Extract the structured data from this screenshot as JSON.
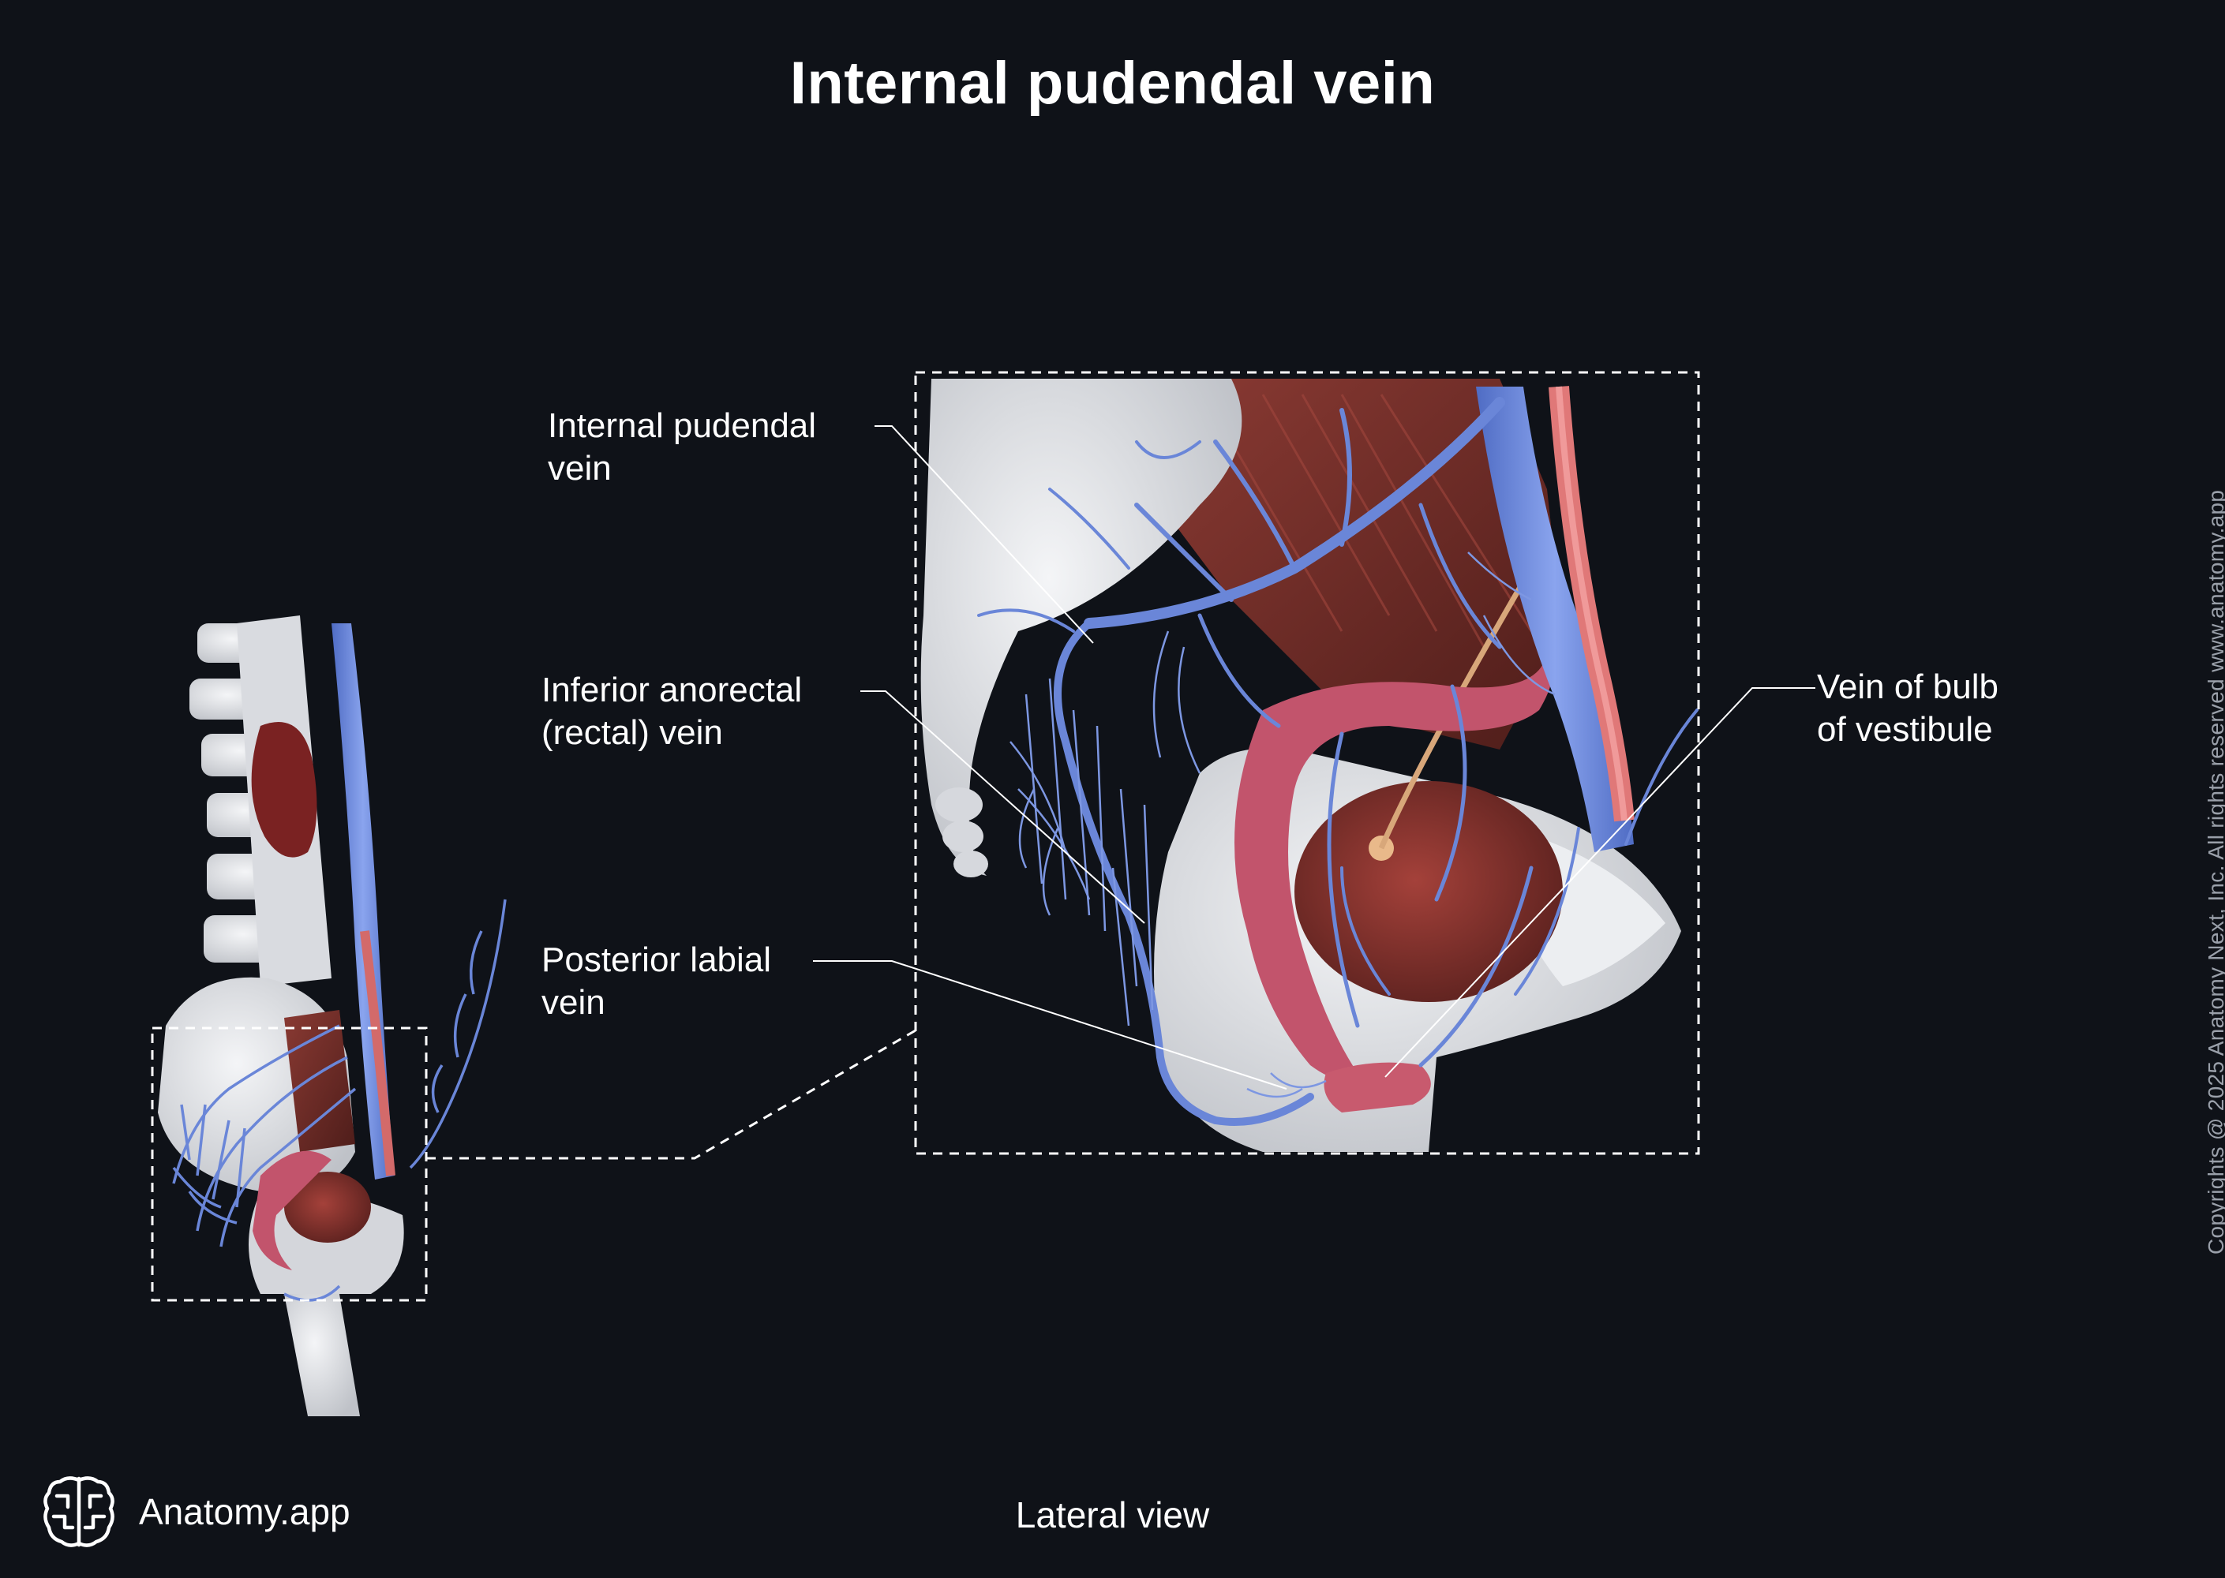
{
  "title": "Internal pudendal vein",
  "labels": {
    "internal_pudendal_vein": [
      "Internal pudendal",
      "vein"
    ],
    "inferior_anorectal_vein": [
      "Inferior anorectal",
      "(rectal) vein"
    ],
    "posterior_labial_vein": [
      "Posterior labial",
      "vein"
    ],
    "vein_of_bulb_of_vestibule": [
      "Vein of bulb",
      "of vestibule"
    ]
  },
  "view": "Lateral view",
  "brand": {
    "name": "Anatomy.app",
    "icon": "brain-logo-icon"
  },
  "copyright": "Copyrights @ 2025 Anatomy Next, Inc. All rights reserved www.anatomy.app",
  "colors": {
    "background": "#0f1218",
    "vein": "#6a86d8",
    "artery": "#d36a6a",
    "bone": "#e6e7ea",
    "muscle": "#7a2f2a",
    "organ": "#c2546c",
    "leader": "#ffffff"
  }
}
